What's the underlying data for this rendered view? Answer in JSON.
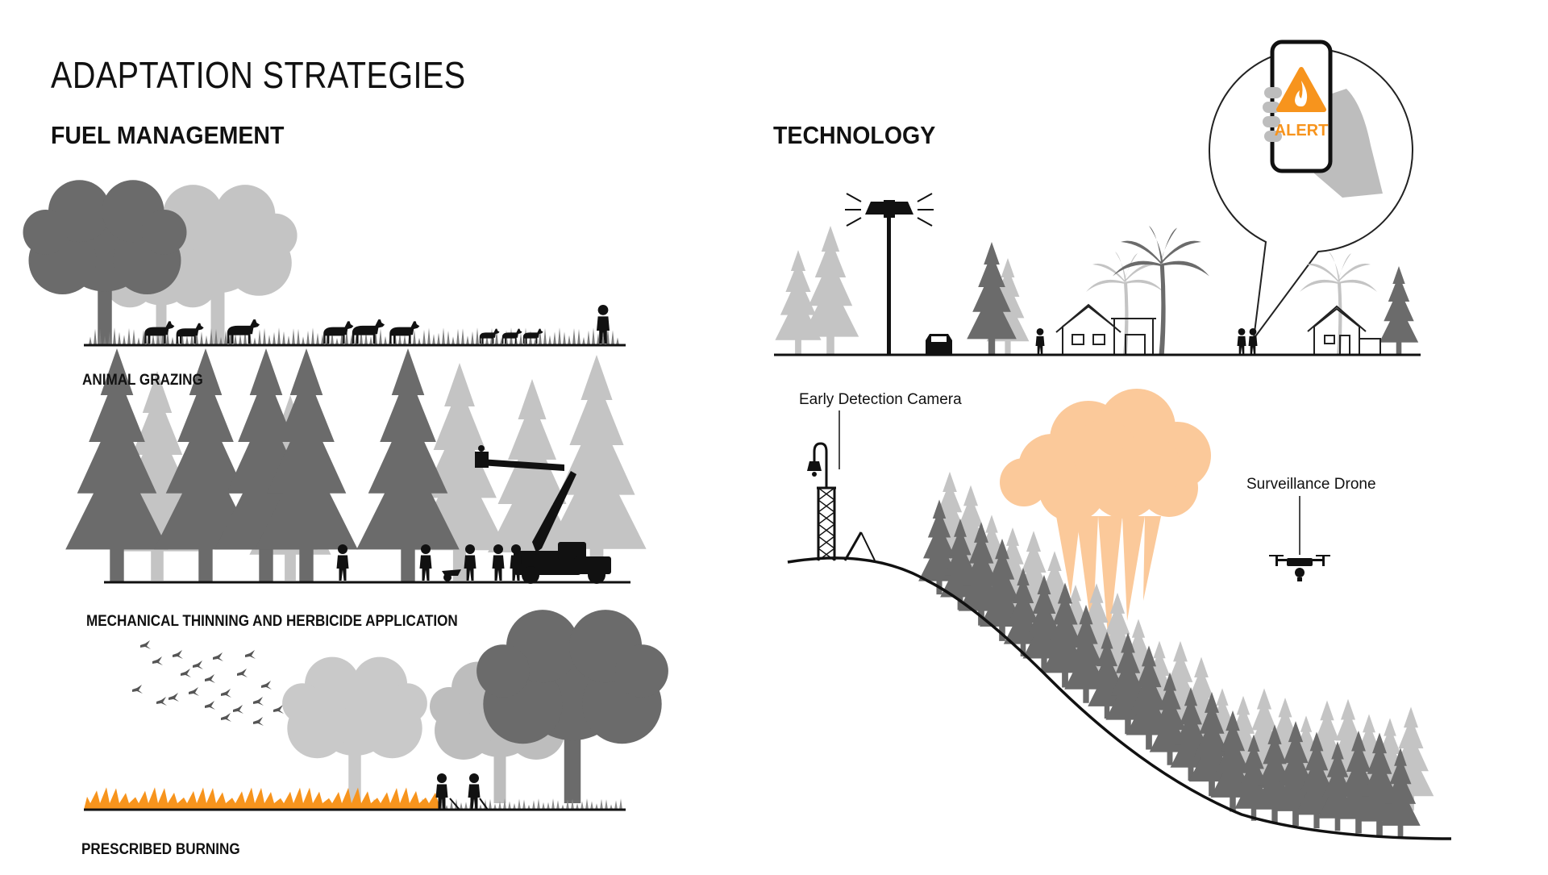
{
  "title": "ADAPTATION STRATEGIES",
  "fuel_management": {
    "heading": "FUEL MANAGEMENT",
    "panels": [
      {
        "caption": "ANIMAL GRAZING"
      },
      {
        "caption": "MECHANICAL THINNING AND HERBICIDE APPLICATION"
      },
      {
        "caption": "PRESCRIBED BURNING"
      }
    ]
  },
  "technology": {
    "heading": "TECHNOLOGY",
    "alert_text": "ALERT",
    "camera_label": "Early Detection Camera",
    "drone_label": "Surveillance Drone"
  },
  "colors": {
    "tree_dark": "#6b6b6b",
    "tree_mid": "#8f8f8f",
    "tree_light": "#c4c4c4",
    "silhouette": "#111111",
    "fire": "#f7941d",
    "smoke": "#fbc99a",
    "phone_hand": "#bdbdbd"
  }
}
